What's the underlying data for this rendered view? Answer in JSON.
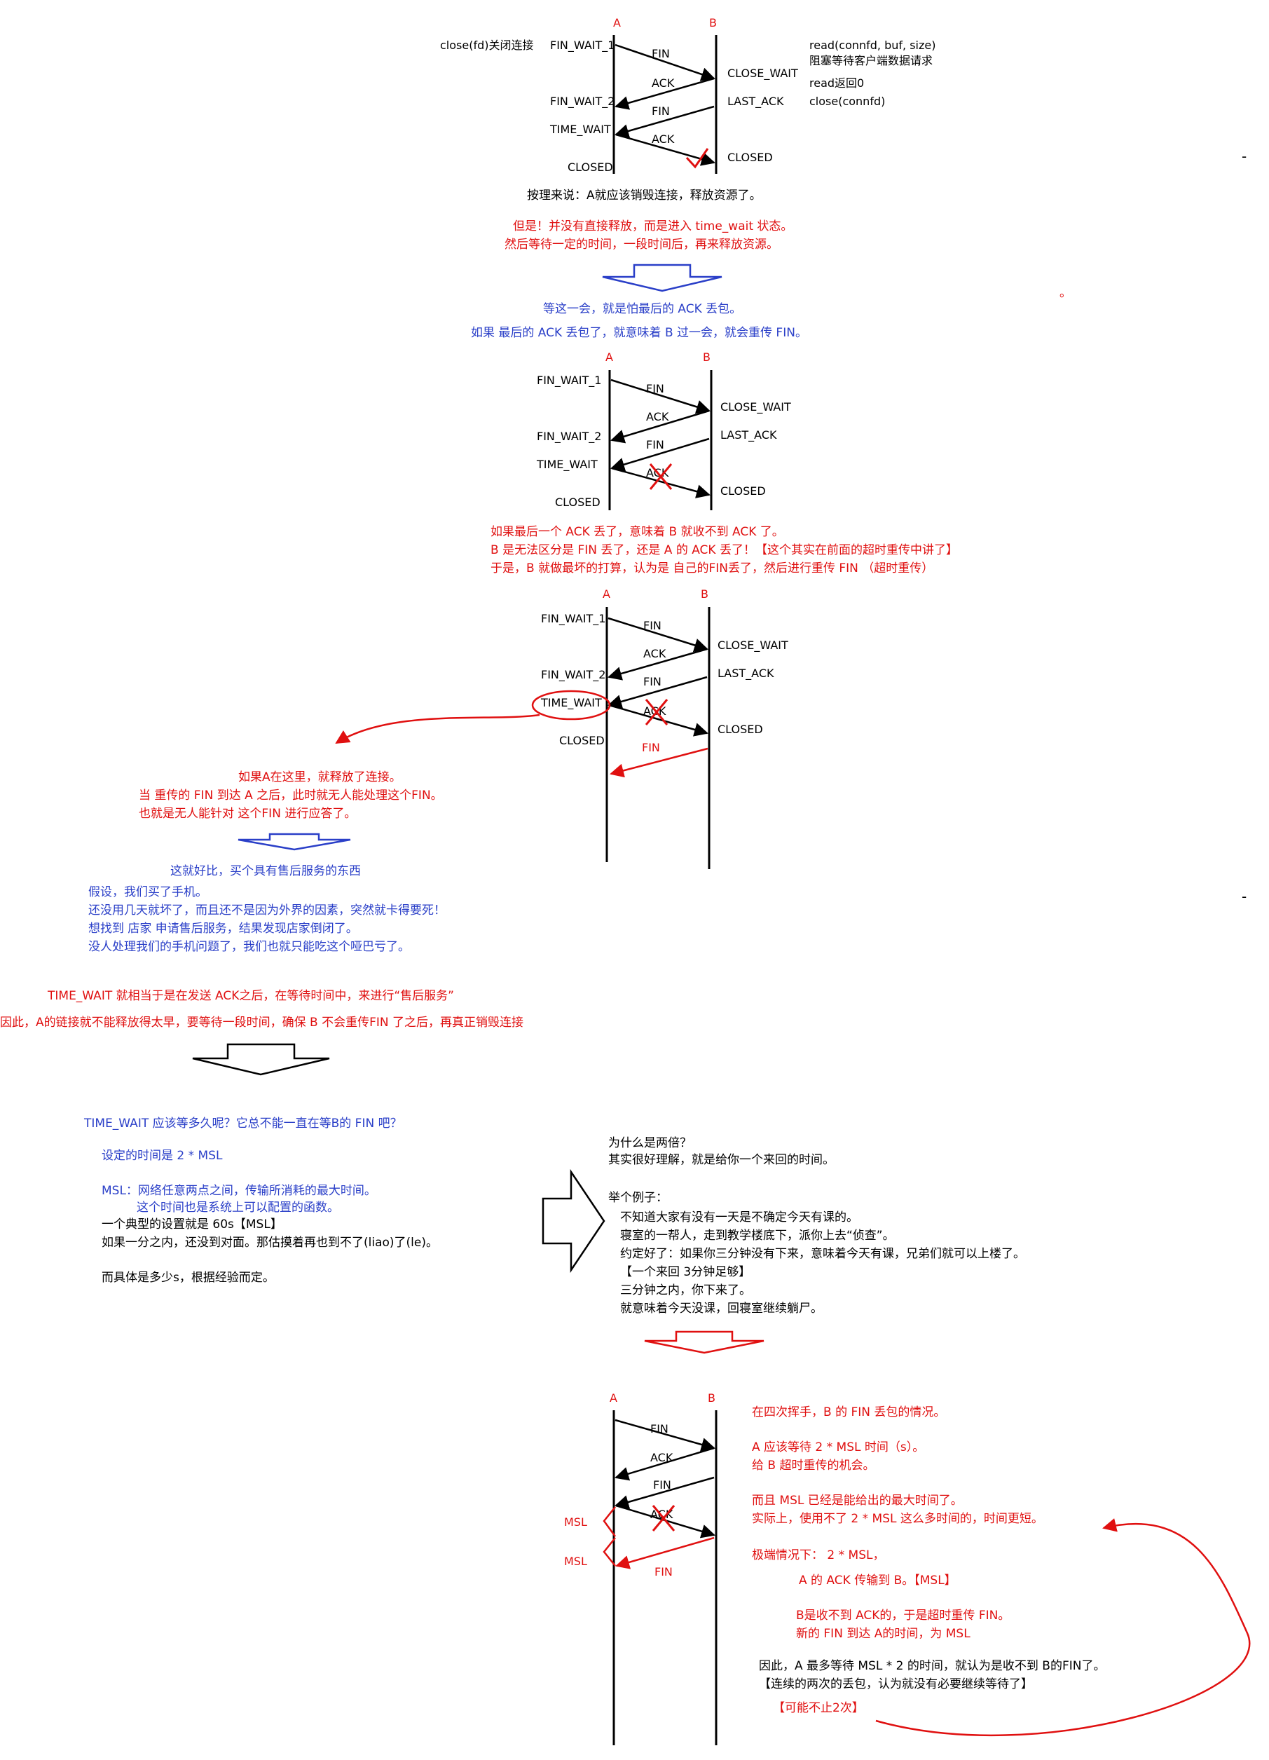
{
  "diagram1": {
    "host_a": "A",
    "host_b": "B",
    "left_note": "close(fd)关闭连接",
    "states_a": [
      "FIN_WAIT_1",
      "FIN_WAIT_2",
      "TIME_WAIT",
      "CLOSED"
    ],
    "states_b": [
      "CLOSE_WAIT",
      "LAST_ACK",
      "CLOSED"
    ],
    "msgs": [
      "FIN",
      "ACK",
      "FIN",
      "ACK"
    ],
    "right_notes": [
      "read(connfd, buf, size)",
      "阻塞等待客户端数据请求",
      "read返回0",
      "close(connfd)"
    ]
  },
  "text1": {
    "line1": "按理来说：A就应该销毁连接，释放资源了。",
    "line2": "但是！并没有直接释放，而是进入 time_wait 状态。",
    "line3": "然后等待一定的时间，一段时间后，再来释放资源。"
  },
  "text2": {
    "line1": "等这一会，就是怕最后的 ACK 丢包。",
    "line2": "如果 最后的 ACK 丢包了，就意味着 B 过一会，就会重传 FIN。",
    "dot": "。"
  },
  "diagram2": {
    "host_a": "A",
    "host_b": "B",
    "states_a": [
      "FIN_WAIT_1",
      "FIN_WAIT_2",
      "TIME_WAIT",
      "CLOSED"
    ],
    "states_b": [
      "CLOSE_WAIT",
      "LAST_ACK",
      "CLOSED"
    ],
    "msgs": [
      "FIN",
      "ACK",
      "FIN",
      "ACK"
    ]
  },
  "text3": {
    "line1": "如果最后一个 ACK 丢了，意味着 B 就收不到 ACK 了。",
    "line2": "B 是无法区分是 FIN 丢了，还是 A 的 ACK 丢了！【这个其实在前面的超时重传中讲了】",
    "line3": "于是，B 就做最坏的打算，认为是 自己的FIN丢了，然后进行重传 FIN （超时重传）"
  },
  "diagram3": {
    "host_a": "A",
    "host_b": "B",
    "states_a": [
      "FIN_WAIT_1",
      "FIN_WAIT_2",
      "TIME_WAIT",
      "CLOSED"
    ],
    "states_b": [
      "CLOSE_WAIT",
      "LAST_ACK",
      "CLOSED"
    ],
    "msgs": [
      "FIN",
      "ACK",
      "FIN",
      "ACK",
      "FIN"
    ]
  },
  "text4": {
    "line1": "如果A在这里，就释放了连接。",
    "line2": "当 重传的 FIN 到达 A 之后，此时就无人能处理这个FIN。",
    "line3": "也就是无人能针对 这个FIN 进行应答了。"
  },
  "text5": {
    "line1": "这就好比，买个具有售后服务的东西",
    "line2": "假设，我们买了手机。",
    "line3": "还没用几天就坏了，而且还不是因为外界的因素，突然就卡得要死！",
    "line4": "想找到 店家 申请售后服务，结果发现店家倒闭了。",
    "line5": "没人处理我们的手机问题了，我们也就只能吃这个哑巴亏了。"
  },
  "text6": {
    "line1": "TIME_WAIT 就相当于是在发送 ACK之后，在等待时间中，来进行“售后服务”",
    "line2": "因此，A的链接就不能释放得太早，要等待一段时间，确保 B 不会重传FIN 了之后，再真正销毁连接"
  },
  "text7": {
    "line1": "TIME_WAIT 应该等多久呢？它总不能一直在等B的 FIN 吧？",
    "line2": "设定的时间是 2 * MSL",
    "line3": "MSL：网络任意两点之间，传输所消耗的最大时间。",
    "line4": "这个时间也是系统上可以配置的函数。",
    "line5": "一个典型的设置就是 60s【MSL】",
    "line6": "如果一分之内，还没到对面。那估摸着再也到不了(liao)了(le)。",
    "line7": "而具体是多少s，根据经验而定。"
  },
  "text8": {
    "line1": "为什么是两倍？",
    "line2": "其实很好理解，就是给你一个来回的时间。",
    "line3": "举个例子：",
    "line4": "不知道大家有没有一天是不确定今天有课的。",
    "line5": "寝室的一帮人，走到教学楼底下，派你上去“侦查”。",
    "line6": "约定好了：如果你三分钟没有下来，意味着今天有课，兄弟们就可以上楼了。",
    "line7": "【一个来回 3分钟足够】",
    "line8": "三分钟之内，你下来了。",
    "line9": "就意味着今天没课，回寝室继续躺尸。"
  },
  "diagram4": {
    "host_a": "A",
    "host_b": "B",
    "msgs": [
      "FIN",
      "ACK",
      "FIN",
      "ACK",
      "FIN"
    ],
    "msl_labels": [
      "MSL",
      "MSL"
    ]
  },
  "text9": {
    "line1": "在四次挥手，B 的 FIN 丢包的情况。",
    "line2": "A 应该等待 2 * MSL 时间（s）。",
    "line3": "给 B 超时重传的机会。",
    "line4": "而且 MSL 已经是能给出的最大时间了。",
    "line5": "实际上，使用不了  2 * MSL 这么多时间的，时间更短。",
    "line6": "极端情况下： 2 * MSL，",
    "line7": "A 的 ACK 传输到 B。【MSL】",
    "line8": "B是收不到 ACK的，于是超时重传 FIN。",
    "line9": "新的 FIN 到达 A的时间，为 MSL",
    "line10": "因此，A 最多等待 MSL * 2 的时间，就认为是收不到 B的FIN了。",
    "line11": "【连续的两次的丢包，认为就没有必要继续等待了】",
    "line12": "【可能不止2次】"
  },
  "margin_marks": [
    "-",
    "-"
  ]
}
